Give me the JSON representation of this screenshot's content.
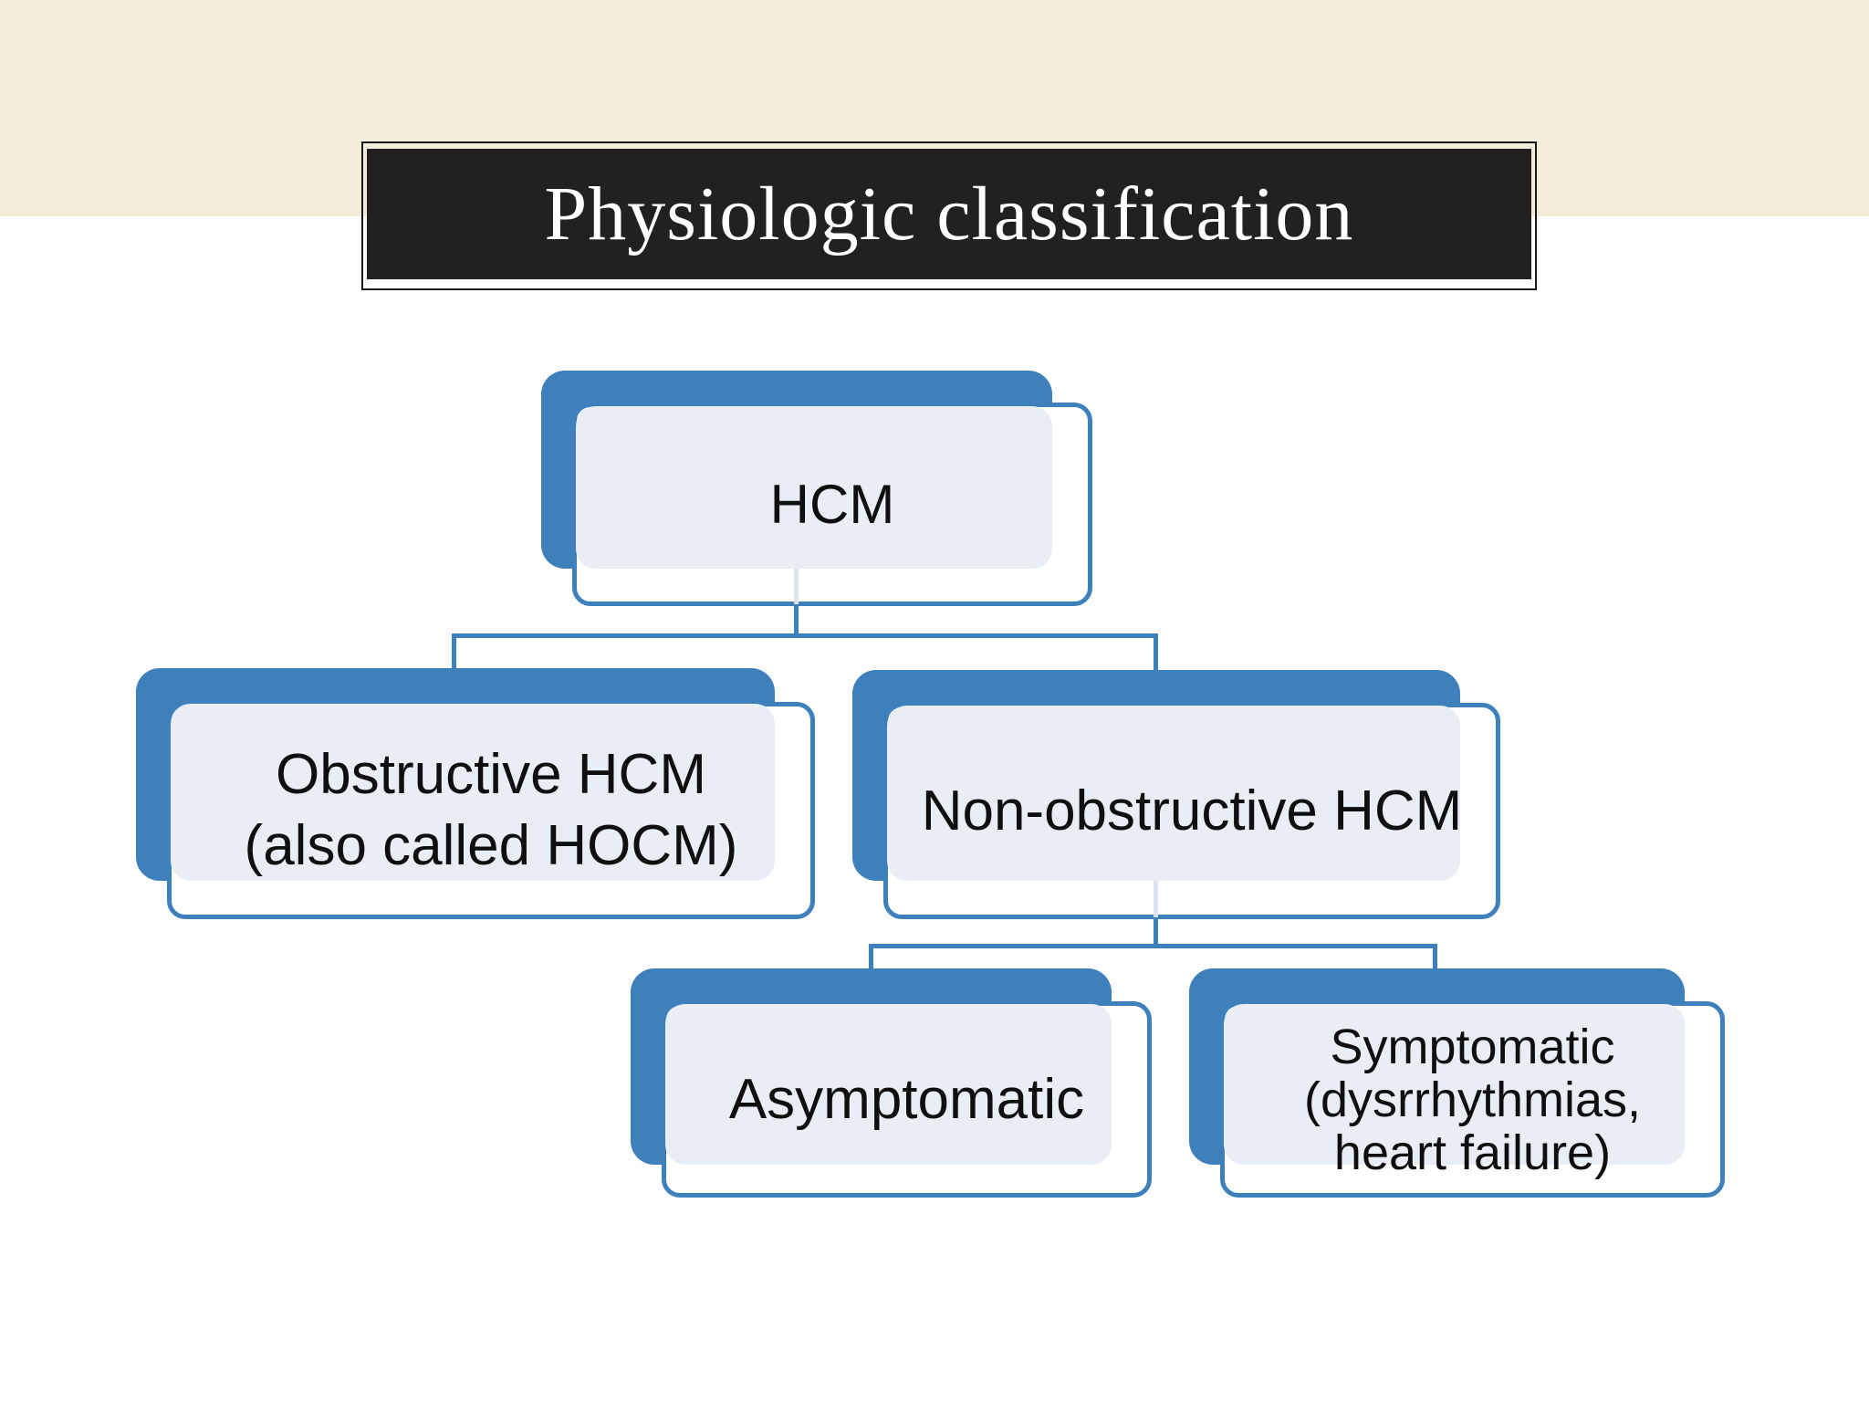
{
  "slide": {
    "title": "Physiologic classification"
  },
  "palette": {
    "accent_blue": "#3d80bc",
    "panel_fill": "#e9eef5",
    "pale_connector": "#dde4ed",
    "cream_band": "#f1edd8",
    "page_bg": "#fdfdfd",
    "title_bg": "#232021",
    "title_text": "#ffffff",
    "title_frame_border": "#1a1718",
    "node_text": "#0f0f0f"
  },
  "nodes": [
    {
      "id": "hcm",
      "level": 1,
      "lines": [
        "HCM"
      ]
    },
    {
      "id": "obstructive-hcm",
      "level": 2,
      "lines": [
        "Obstructive HCM",
        "(also called HOCM)"
      ]
    },
    {
      "id": "non-obstructive-hcm",
      "level": 2,
      "lines": [
        "Non-obstructive HCM"
      ]
    },
    {
      "id": "asymptomatic",
      "level": 3,
      "lines": [
        "Asymptomatic"
      ]
    },
    {
      "id": "symptomatic",
      "level": 3,
      "lines": [
        "Symptomatic",
        "(dysrrhythmias,",
        "heart failure)"
      ]
    }
  ]
}
